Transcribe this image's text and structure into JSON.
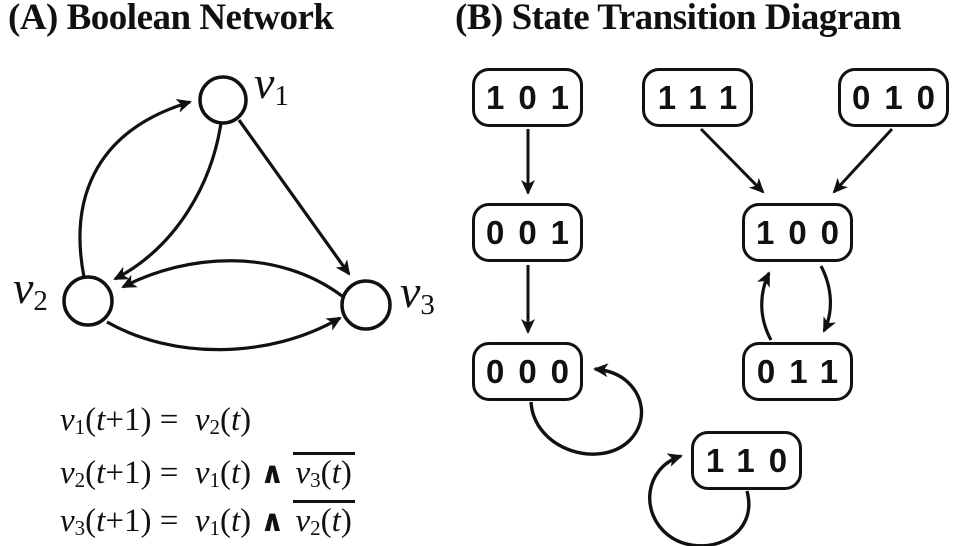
{
  "colors": {
    "ink": "#111111",
    "background": "#ffffff"
  },
  "panel_a": {
    "title": "(A) Boolean Network",
    "nodes": [
      {
        "base": "v",
        "sub": "1"
      },
      {
        "base": "v",
        "sub": "2"
      },
      {
        "base": "v",
        "sub": "3"
      }
    ],
    "edges": [
      {
        "from": "v2",
        "to": "v1"
      },
      {
        "from": "v1",
        "to": "v2"
      },
      {
        "from": "v1",
        "to": "v3"
      },
      {
        "from": "v3",
        "to": "v2"
      },
      {
        "from": "v2",
        "to": "v3"
      }
    ],
    "equations": [
      {
        "p": [
          {
            "k": "v",
            "t": "v"
          },
          {
            "k": "s",
            "t": "1"
          },
          {
            "k": "r",
            "t": "("
          },
          {
            "k": "t",
            "t": "t"
          },
          {
            "k": "r",
            "t": "+1)"
          },
          {
            "k": "r",
            "t": " =  "
          },
          {
            "k": "v",
            "t": "v"
          },
          {
            "k": "s",
            "t": "2"
          },
          {
            "k": "r",
            "t": "("
          },
          {
            "k": "t",
            "t": "t"
          },
          {
            "k": "r",
            "t": ")"
          }
        ]
      },
      {
        "p": [
          {
            "k": "v",
            "t": "v"
          },
          {
            "k": "s",
            "t": "2"
          },
          {
            "k": "r",
            "t": "("
          },
          {
            "k": "t",
            "t": "t"
          },
          {
            "k": "r",
            "t": "+1)"
          },
          {
            "k": "r",
            "t": " =  "
          },
          {
            "k": "v",
            "t": "v"
          },
          {
            "k": "s",
            "t": "1"
          },
          {
            "k": "r",
            "t": "("
          },
          {
            "k": "t",
            "t": "t"
          },
          {
            "k": "r",
            "t": ")"
          },
          {
            "k": "and",
            "t": "∧"
          },
          {
            "k": "ov",
            "p": [
              {
                "k": "v",
                "t": "v"
              },
              {
                "k": "s",
                "t": "3"
              },
              {
                "k": "r",
                "t": "("
              },
              {
                "k": "t",
                "t": "t"
              },
              {
                "k": "r",
                "t": ")"
              }
            ]
          }
        ]
      },
      {
        "p": [
          {
            "k": "v",
            "t": "v"
          },
          {
            "k": "s",
            "t": "3"
          },
          {
            "k": "r",
            "t": "("
          },
          {
            "k": "t",
            "t": "t"
          },
          {
            "k": "r",
            "t": "+1)"
          },
          {
            "k": "r",
            "t": " =  "
          },
          {
            "k": "v",
            "t": "v"
          },
          {
            "k": "s",
            "t": "1"
          },
          {
            "k": "r",
            "t": "("
          },
          {
            "k": "t",
            "t": "t"
          },
          {
            "k": "r",
            "t": ")"
          },
          {
            "k": "and",
            "t": "∧"
          },
          {
            "k": "ov",
            "p": [
              {
                "k": "v",
                "t": "v"
              },
              {
                "k": "s",
                "t": "2"
              },
              {
                "k": "r",
                "t": "("
              },
              {
                "k": "t",
                "t": "t"
              },
              {
                "k": "r",
                "t": ")"
              }
            ]
          }
        ]
      }
    ]
  },
  "panel_b": {
    "title": "(B) State Transition Diagram",
    "states": [
      {
        "label": "101"
      },
      {
        "label": "111"
      },
      {
        "label": "010"
      },
      {
        "label": "001"
      },
      {
        "label": "100"
      },
      {
        "label": "000"
      },
      {
        "label": "011"
      },
      {
        "label": "110"
      }
    ],
    "transitions": [
      {
        "from": "101",
        "to": "001"
      },
      {
        "from": "001",
        "to": "000"
      },
      {
        "from": "111",
        "to": "100"
      },
      {
        "from": "010",
        "to": "100"
      },
      {
        "from": "100",
        "to": "011"
      },
      {
        "from": "011",
        "to": "100"
      },
      {
        "from": "000",
        "to": "000"
      },
      {
        "from": "110",
        "to": "110"
      }
    ]
  }
}
